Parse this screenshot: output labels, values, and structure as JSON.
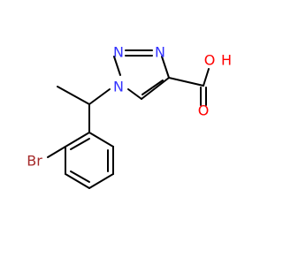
{
  "colors": {
    "bond": "#000000",
    "nitrogen": "#3333ff",
    "oxygen": "#ff0000",
    "bromine": "#a52a2a",
    "background": "#ffffff"
  },
  "atoms": {
    "n1": "N",
    "n2": "N",
    "n3": "N",
    "o_hydroxyl": "O",
    "h_hydroxyl": "H",
    "o_carbonyl": "O",
    "br": "Br"
  }
}
